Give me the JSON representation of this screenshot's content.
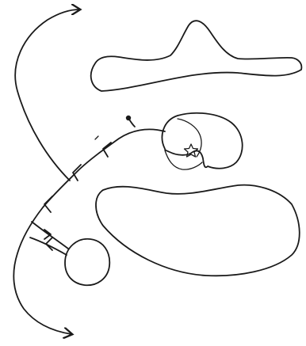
{
  "diagram": {
    "kind": "line drawing",
    "ink_color": "#1a1a1a",
    "background_color": "#ffffff",
    "elements": [
      "top-crown-shape",
      "curved-arrow-top",
      "lower-blob-shape",
      "looped-structure-with-star",
      "small-circle",
      "long-pathway-with-arrows",
      "curved-arrow-bottom"
    ],
    "icons": {
      "star": "star-icon",
      "dot": "dot-terminal"
    },
    "pathway_arrows": 5
  }
}
